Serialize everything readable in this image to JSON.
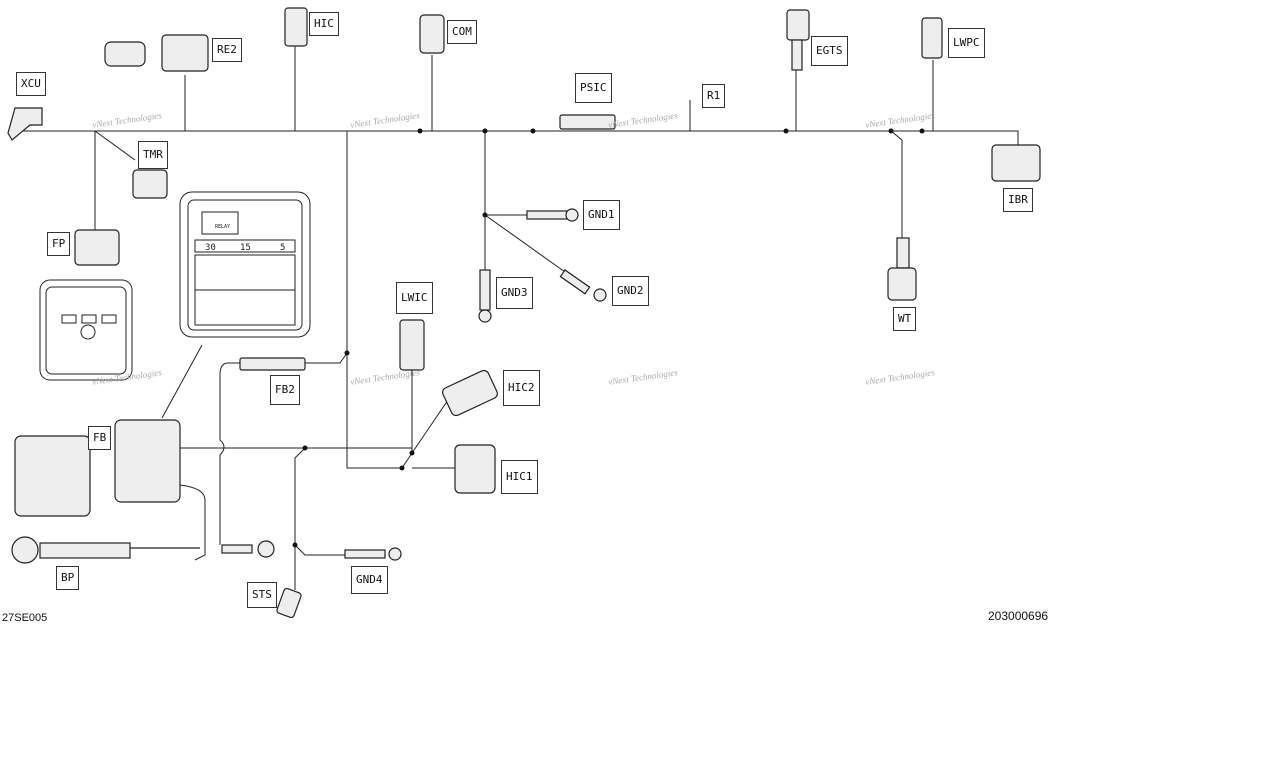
{
  "labels": {
    "xcu": "XCU",
    "re2": "RE2",
    "hic_top": "HIC",
    "com": "COM",
    "psic": "PSIC",
    "r1": "R1",
    "egts": "EGTS",
    "lwpc": "LWPC",
    "ibr": "IBR",
    "tmr": "TMR",
    "fp": "FP",
    "gnd1": "GND1",
    "gnd2": "GND2",
    "gnd3": "GND3",
    "wt": "WT",
    "lwic": "LWIC",
    "hic2": "HIC2",
    "hic1": "HIC1",
    "fb2": "FB2",
    "fb": "FB",
    "bp": "BP",
    "sts": "STS",
    "gnd4": "GND4"
  },
  "footer": {
    "left_code": "27SE005",
    "right_code": "203000696"
  },
  "watermark": "vNext Technologies",
  "fuse_box": {
    "relay_text": "RELAY",
    "fuse_a": "30",
    "fuse_b": "15",
    "fuse_c": "5"
  },
  "colors": {
    "line": "#222222",
    "label_border": "#333333",
    "watermark": "#aaaaaa"
  }
}
